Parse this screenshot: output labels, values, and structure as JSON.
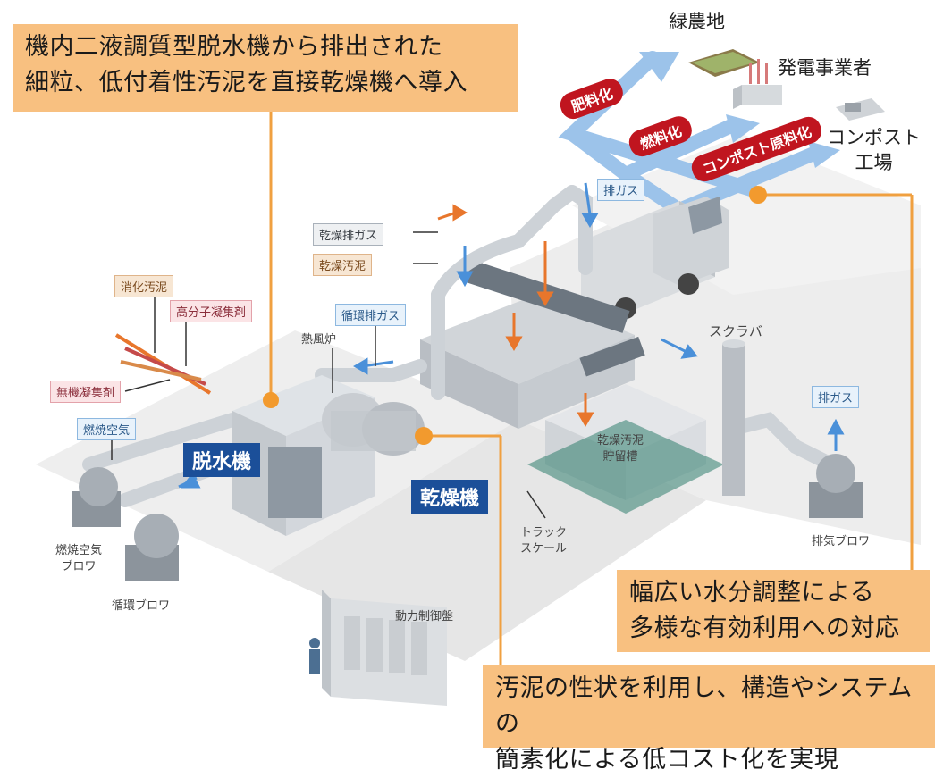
{
  "callouts": {
    "top_left": "機内二液調質型脱水機から排出された\n細粒、低付着性汚泥を直接乾燥機へ導入",
    "right": "幅広い水分調整による\n多様な有効利用への対応",
    "bottom": "汚泥の性状を利用し、構造やシステムの\n簡素化による低コスト化を実現"
  },
  "equipment": {
    "dewatering": "脱水機",
    "dryer": "乾燥機",
    "heat_furnace": "熱風炉",
    "scrubber": "スクラバ",
    "sludge_hopper": "乾燥汚泥\n貯留槽",
    "truck_scale": "トラック\nスケール",
    "exhaust_blower": "排気ブロワ",
    "combustion_blower": "燃焼空気\nブロワ",
    "circulation_blower": "循環ブロワ",
    "power_panel": "動力制御盤"
  },
  "flow_labels": {
    "digested_sludge": "消化汚泥",
    "polymer": "高分子凝集剤",
    "inorganic": "無機凝集剤",
    "combustion_air": "燃焼空気",
    "circulation_exhaust": "循環排ガス",
    "dry_exhaust": "乾燥排ガス",
    "dried_sludge": "乾燥汚泥",
    "exhaust_gas_top": "排ガス",
    "exhaust_gas_right": "排ガス"
  },
  "outputs": {
    "farmland": "緑農地",
    "power_company": "発電事業者",
    "compost_plant": "コンポスト\n工場",
    "fertilizer": "肥料化",
    "fuel": "燃料化",
    "compost_material": "コンポスト原料化"
  },
  "colors": {
    "callout_bg": "#f8c080",
    "leader_line": "#f0a040",
    "accent_blue": "#1b4f99",
    "red_tag": "#c0151f",
    "flow_blue": "#4a90d9",
    "flow_orange": "#e8762c"
  }
}
